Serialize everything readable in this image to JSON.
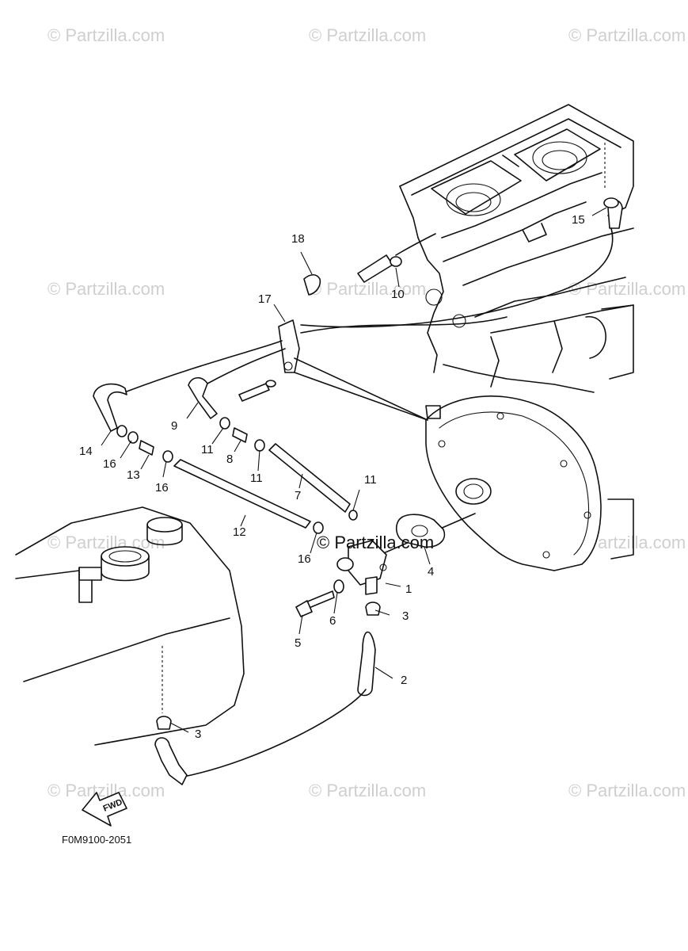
{
  "watermark": "© Partzilla.com",
  "diagram_code": "F0M9100-2051",
  "fwd_label": "FWD",
  "callouts": [
    {
      "id": "1",
      "label": "1"
    },
    {
      "id": "2",
      "label": "2"
    },
    {
      "id": "3a",
      "label": "3"
    },
    {
      "id": "3b",
      "label": "3"
    },
    {
      "id": "4",
      "label": "4"
    },
    {
      "id": "5",
      "label": "5"
    },
    {
      "id": "6",
      "label": "6"
    },
    {
      "id": "7",
      "label": "7"
    },
    {
      "id": "8",
      "label": "8"
    },
    {
      "id": "9",
      "label": "9"
    },
    {
      "id": "10",
      "label": "10"
    },
    {
      "id": "11a",
      "label": "11"
    },
    {
      "id": "11b",
      "label": "11"
    },
    {
      "id": "11c",
      "label": "11"
    },
    {
      "id": "12",
      "label": "12"
    },
    {
      "id": "13",
      "label": "13"
    },
    {
      "id": "14",
      "label": "14"
    },
    {
      "id": "15",
      "label": "15"
    },
    {
      "id": "16a",
      "label": "16"
    },
    {
      "id": "16b",
      "label": "16"
    },
    {
      "id": "16c",
      "label": "16"
    },
    {
      "id": "17",
      "label": "17"
    },
    {
      "id": "18",
      "label": "18"
    }
  ]
}
